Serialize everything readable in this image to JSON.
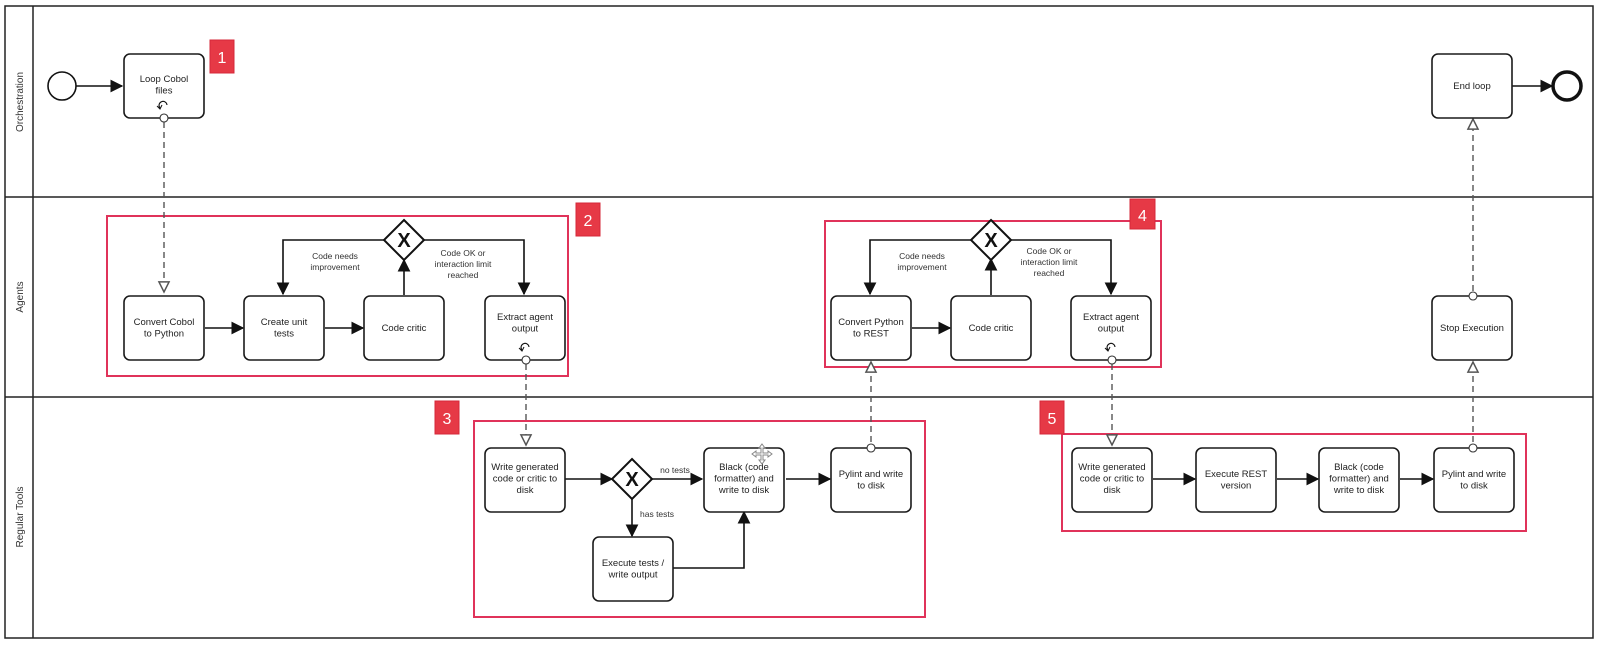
{
  "lanes": [
    {
      "id": "orchestration",
      "label": "Orchestration"
    },
    {
      "id": "agents",
      "label": "Agents"
    },
    {
      "id": "tools",
      "label": "Regular Tools"
    }
  ],
  "tasks": {
    "loop_cobol": [
      "Loop Cobol",
      "files"
    ],
    "end_loop": [
      "End loop"
    ],
    "convert_cobol": [
      "Convert Cobol",
      "to Python"
    ],
    "create_unit_tests": [
      "Create unit",
      "tests"
    ],
    "code_critic_1": [
      "Code critic"
    ],
    "extract_output_1": [
      "Extract agent",
      "output"
    ],
    "convert_python_rest": [
      "Convert Python",
      "to REST"
    ],
    "code_critic_2": [
      "Code critic"
    ],
    "extract_output_2": [
      "Extract agent",
      "output"
    ],
    "stop_execution": [
      "Stop Execution"
    ],
    "write_generated_1": [
      "Write generated",
      "code or critic to",
      "disk"
    ],
    "black_1": [
      "Black (code",
      "formatter) and",
      "write to disk"
    ],
    "pylint_1": [
      "Pylint and write",
      "to disk"
    ],
    "execute_tests": [
      "Execute tests /",
      "write output"
    ],
    "write_generated_2": [
      "Write generated",
      "code or critic to",
      "disk"
    ],
    "execute_rest": [
      "Execute REST",
      "version"
    ],
    "black_2": [
      "Black (code",
      "formatter) and",
      "write to disk"
    ],
    "pylint_2": [
      "Pylint and write",
      "to disk"
    ]
  },
  "gateway_symbol": "X",
  "edge_labels": {
    "needs_improvement_1": [
      "Code needs",
      "improvement"
    ],
    "ok_or_limit_1": [
      "Code OK or",
      "interaction limit",
      "reached"
    ],
    "needs_improvement_2": [
      "Code needs",
      "improvement"
    ],
    "ok_or_limit_2": [
      "Code OK or",
      "interaction limit",
      "reached"
    ],
    "no_tests": [
      "no tests"
    ],
    "has_tests": [
      "has tests"
    ]
  },
  "badges": {
    "b1": "1",
    "b2": "2",
    "b3": "3",
    "b4": "4",
    "b5": "5"
  },
  "colors": {
    "highlight": "#e0335a",
    "badge": "#e63946",
    "lane_border": "#222222"
  }
}
